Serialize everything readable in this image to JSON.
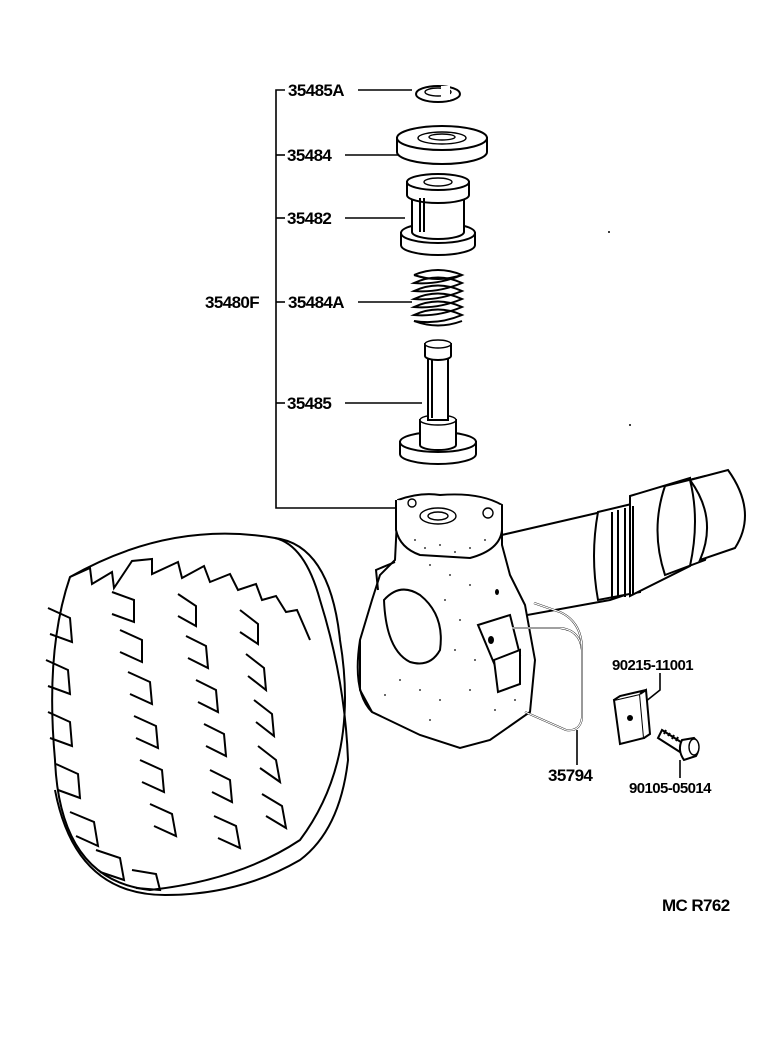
{
  "callouts": {
    "assembly": "35480F",
    "snap_ring": "35485A",
    "retainer": "35484",
    "piston": "35482",
    "spring": "35484A",
    "pin": "35485",
    "wire": "35794",
    "plate": "90215-11001",
    "bolt": "90105-05014"
  },
  "figure_code": "MC R762"
}
